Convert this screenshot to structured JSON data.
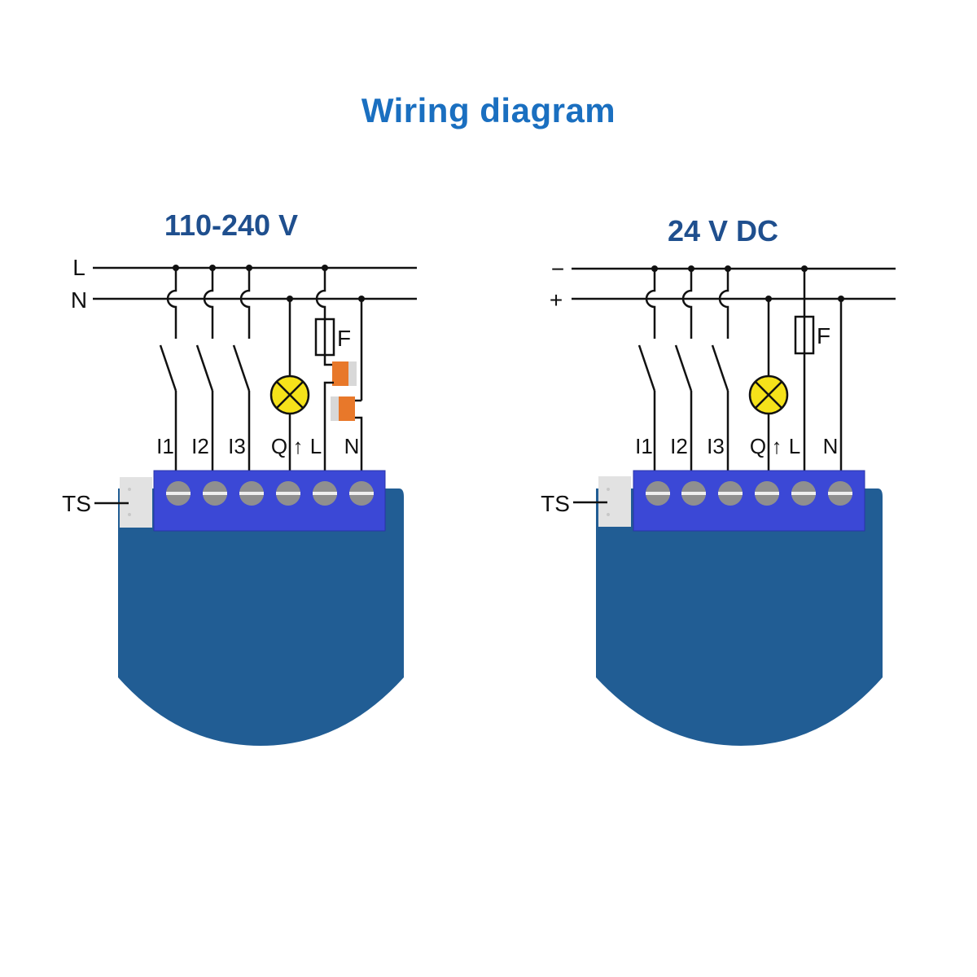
{
  "title": "Wiring diagram",
  "colors": {
    "title": "#1a6fc0",
    "subtitle": "#1f4f8e",
    "module_body": "#215d94",
    "terminal_block": "#3b48d6",
    "lamp": "#f5e21a",
    "connector": "#e8782a",
    "ts_connector": "#e2e2e2"
  },
  "diagrams": [
    {
      "id": "ac",
      "subtitle": "110-240 V",
      "rail_top_label": "L",
      "rail_bottom_label": "N",
      "terminals": [
        "I1",
        "I2",
        "I3",
        "Q",
        "L",
        "N"
      ],
      "q_arrow": "↑",
      "fuse_label": "F",
      "ts_label": "TS",
      "has_connectors": true
    },
    {
      "id": "dc",
      "subtitle": "24 V DC",
      "rail_top_label": "−",
      "rail_bottom_label": "+",
      "terminals": [
        "I1",
        "I2",
        "I3",
        "Q",
        "L",
        "N"
      ],
      "q_arrow": "↑",
      "fuse_label": "F",
      "ts_label": "TS",
      "has_connectors": false
    }
  ]
}
